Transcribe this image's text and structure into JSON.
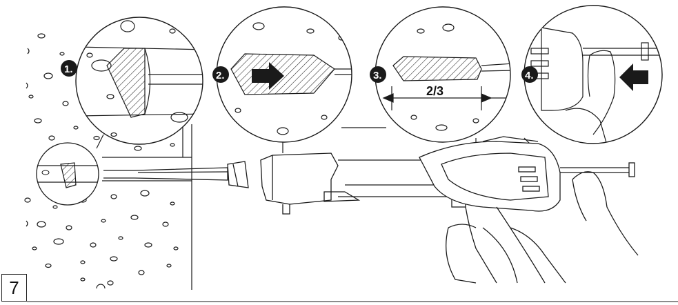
{
  "figure": {
    "number": "7",
    "steps": [
      {
        "label": "1."
      },
      {
        "label": "2."
      },
      {
        "label": "3."
      },
      {
        "label": "4."
      }
    ],
    "fill_dimension": "2/3"
  },
  "colors": {
    "line": "#1a1a1a",
    "badge": "#1a1a1a",
    "background": "#ffffff"
  },
  "icons": [
    "right-arrow-icon",
    "left-arrow-icon",
    "dimension-arrow-icon"
  ]
}
